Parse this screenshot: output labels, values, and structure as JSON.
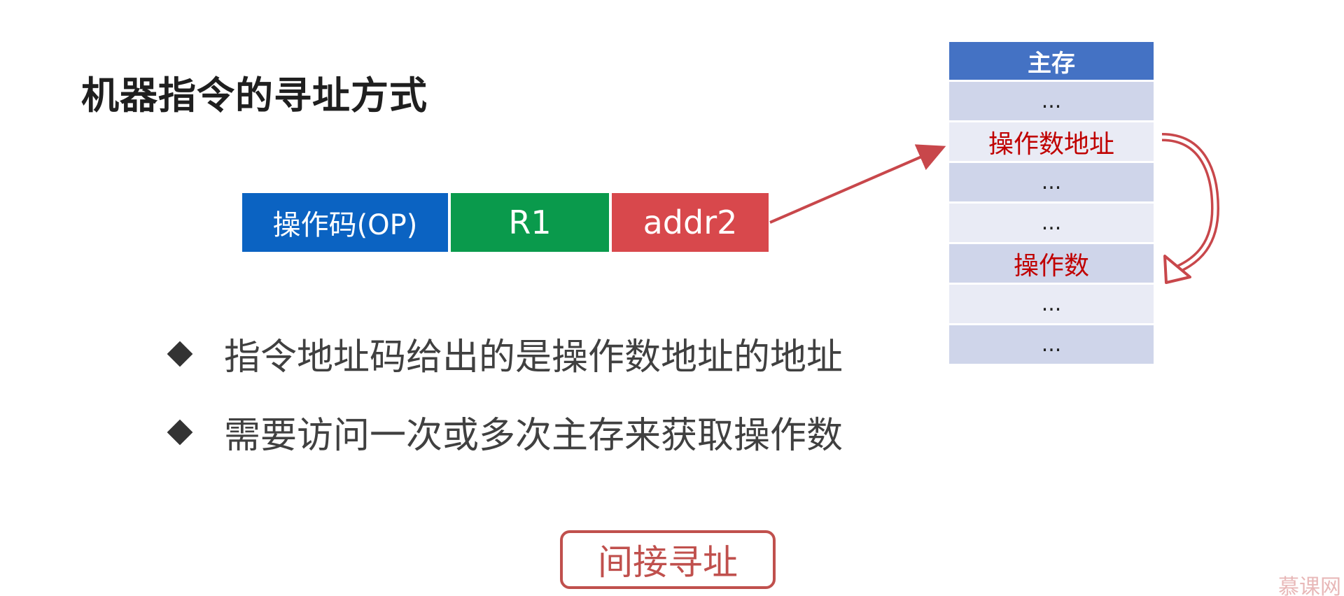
{
  "slide": {
    "title": "机器指令的寻址方式"
  },
  "instruction": {
    "op_label": "操作码(OP)",
    "r1_label": "R1",
    "addr_label": "addr2"
  },
  "memory": {
    "header": "主存",
    "rows": [
      {
        "label": "...",
        "shade": "dark"
      },
      {
        "label": "操作数地址",
        "shade": "light",
        "highlight": true
      },
      {
        "label": "...",
        "shade": "dark"
      },
      {
        "label": "...",
        "shade": "light"
      },
      {
        "label": "操作数",
        "shade": "dark",
        "highlight": true
      },
      {
        "label": "...",
        "shade": "light"
      },
      {
        "label": "...",
        "shade": "dark"
      }
    ]
  },
  "bullets": [
    "指令地址码给出的是操作数地址的地址",
    "需要访问一次或多次主存来获取操作数"
  ],
  "mode_button": {
    "label": "间接寻址"
  },
  "watermark": {
    "label": "慕课网"
  },
  "colors": {
    "op": "#0b63c2",
    "r1": "#0a9a4c",
    "addr": "#d8484c",
    "memory_header": "#4472c4",
    "memory_row_dark": "#cfd5ea",
    "memory_row_light": "#e9ebf5",
    "highlight_text": "#c00000",
    "arrow": "#c8474b"
  },
  "icons": {
    "bullet": "diamond-bullet-icon",
    "pointer_arrow": "arrow-right-up-icon",
    "indirection_arrow": "curved-arrow-down-icon"
  }
}
